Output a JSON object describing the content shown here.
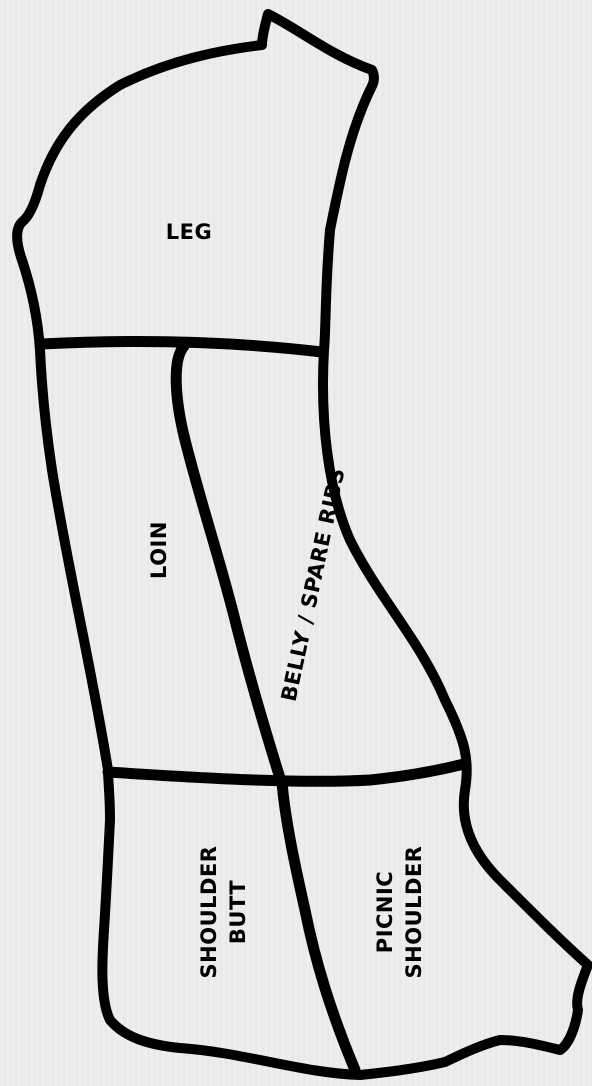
{
  "diagram": {
    "cuts": [
      {
        "id": "leg",
        "label": "LEG"
      },
      {
        "id": "loin",
        "label": "LOIN"
      },
      {
        "id": "belly",
        "label": "BELLY / SPARE RIBS"
      },
      {
        "id": "shoulder-butt",
        "label_lines": [
          "SHOULDER",
          "BUTT"
        ]
      },
      {
        "id": "picnic-shoulder",
        "label_lines": [
          "PICNIC",
          "SHOULDER"
        ]
      }
    ],
    "line_color": "#000000",
    "background_color": "#ececec"
  }
}
